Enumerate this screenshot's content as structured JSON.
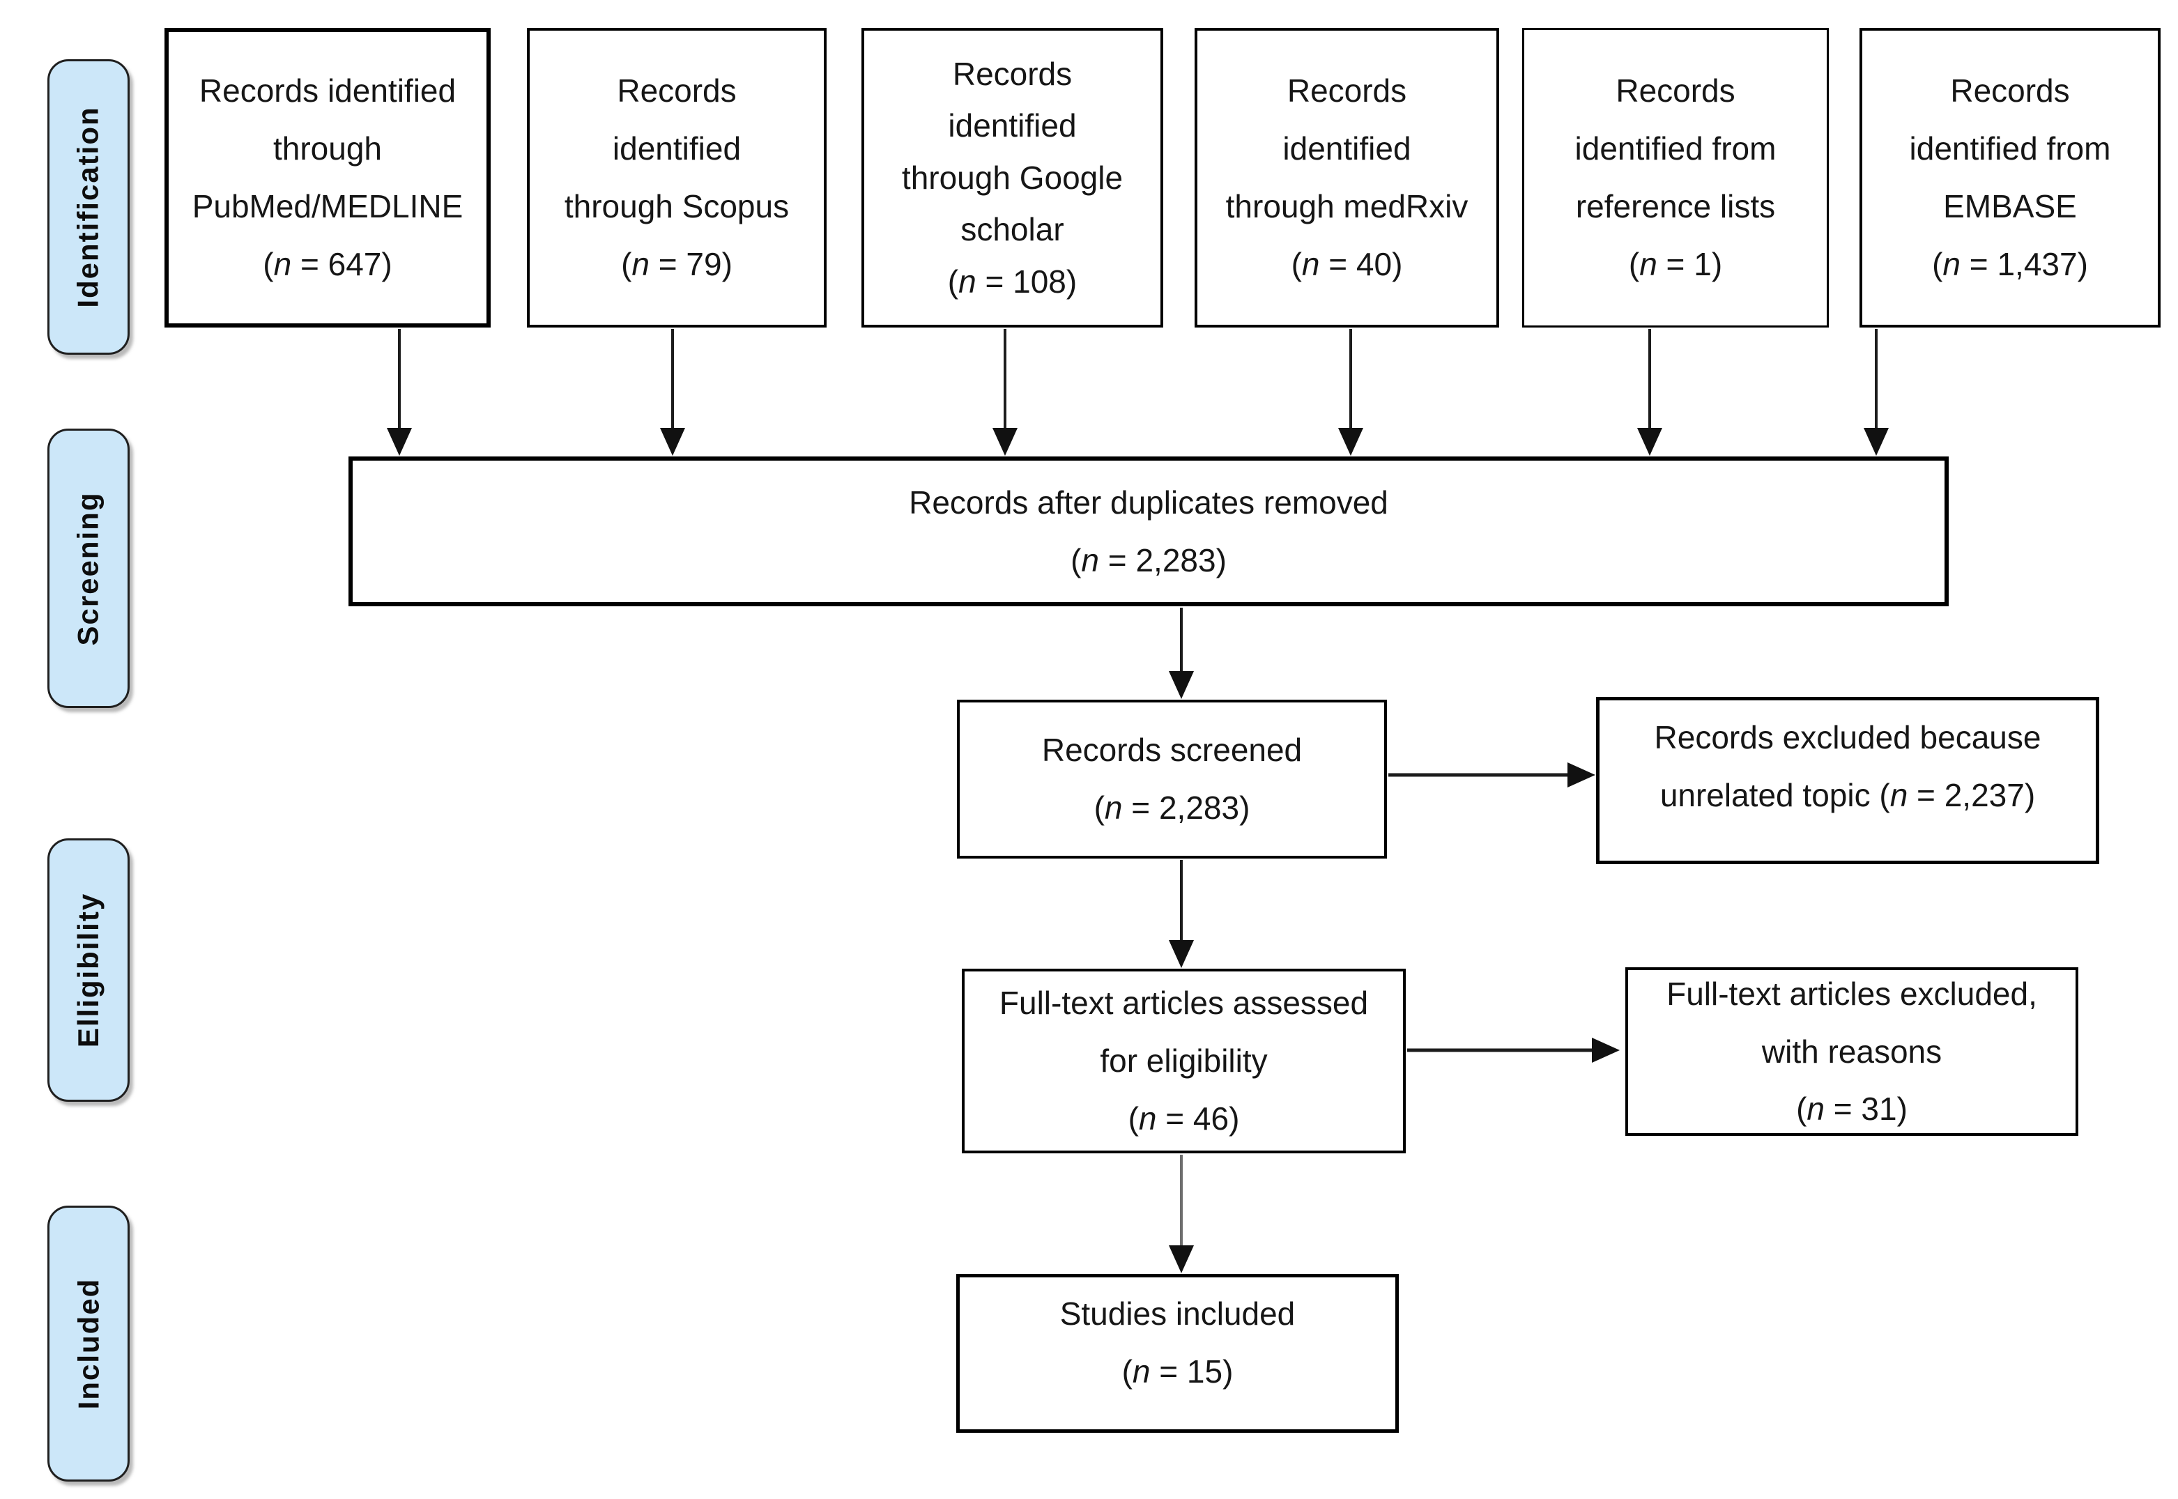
{
  "notation": {
    "open": "(",
    "n": "n",
    "eq": " = ",
    "close": ")"
  },
  "stages": [
    {
      "id": "identification",
      "label": "Identification"
    },
    {
      "id": "screening",
      "label": "Screening"
    },
    {
      "id": "eligibility",
      "label": "Elligibility"
    },
    {
      "id": "included",
      "label": "Included"
    }
  ],
  "sources": [
    {
      "label": "Records identified\nthrough\nPubMed/MEDLINE",
      "n": "647"
    },
    {
      "label": "Records\nidentified\nthrough Scopus",
      "n": "79"
    },
    {
      "label": "Records\nidentified\nthrough Google\nscholar",
      "n": "108"
    },
    {
      "label": "Records\nidentified\nthrough medRxiv",
      "n": "40"
    },
    {
      "label": "Records\nidentified from\nreference lists",
      "n": "1"
    },
    {
      "label": "Records\nidentified from\nEMBASE",
      "n": "1,437"
    }
  ],
  "dedup": {
    "label": "Records after duplicates removed",
    "n": "2,283"
  },
  "screened": {
    "label": "Records screened",
    "n": "2,283"
  },
  "excluded": {
    "line1": "Records excluded because",
    "line2_prefix": "unrelated topic ",
    "n": "2,237"
  },
  "fulltext": {
    "label": "Full-text articles assessed\nfor eligibility",
    "n": "46"
  },
  "fulltext_excluded": {
    "label": "Full-text articles excluded,\nwith reasons",
    "n": "31"
  },
  "included_studies": {
    "label": "Studies included",
    "n": "15"
  },
  "colors": {
    "stage_fill": "#CCE7F9",
    "stage_border": "#1F1F1F",
    "box_border": "#000000",
    "arrow": "#1C1C1C",
    "background": "#FFFFFF"
  }
}
